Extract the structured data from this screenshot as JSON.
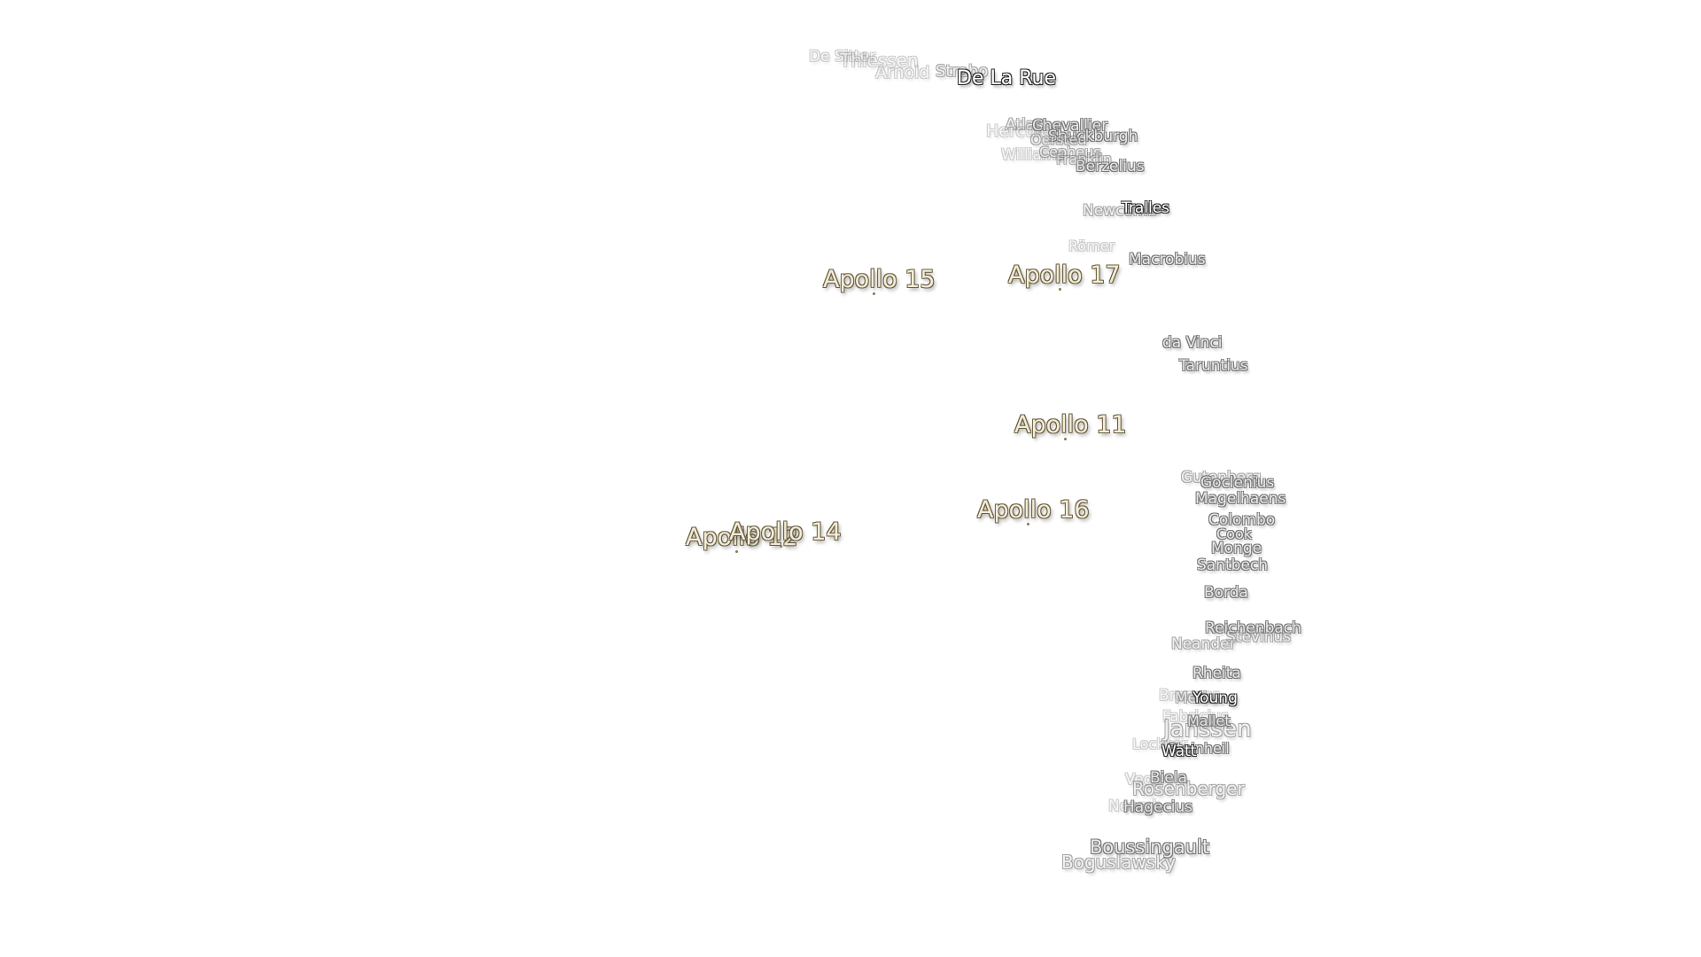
{
  "apollo_sites": [
    {
      "name": "Apollo 15"
    },
    {
      "name": "Apollo 17"
    },
    {
      "name": "Apollo 11"
    },
    {
      "name": "Apollo 16"
    },
    {
      "name": "Apollo 14"
    },
    {
      "name": "Apollo 12"
    }
  ],
  "features": [
    {
      "name": "De Sitter"
    },
    {
      "name": "Arnold"
    },
    {
      "name": "Strabo"
    },
    {
      "name": "Thiessen"
    },
    {
      "name": "De La Rue"
    },
    {
      "name": "Atlas"
    },
    {
      "name": "Hercules"
    },
    {
      "name": "Chevallier"
    },
    {
      "name": "Shuckburgh"
    },
    {
      "name": "Oersted"
    },
    {
      "name": "Williams"
    },
    {
      "name": "Cepheus"
    },
    {
      "name": "Franklin"
    },
    {
      "name": "Berzelius"
    },
    {
      "name": "Newcomb"
    },
    {
      "name": "Tralles"
    },
    {
      "name": "Römer"
    },
    {
      "name": "Macrobius"
    },
    {
      "name": "da Vinci"
    },
    {
      "name": "Taruntius"
    },
    {
      "name": "Gutenberg"
    },
    {
      "name": "Goclenius"
    },
    {
      "name": "Magelhaens"
    },
    {
      "name": "Colombo"
    },
    {
      "name": "Cook"
    },
    {
      "name": "Monge"
    },
    {
      "name": "Santbech"
    },
    {
      "name": "Borda"
    },
    {
      "name": "Reichenbach"
    },
    {
      "name": "Stevinus"
    },
    {
      "name": "Neander"
    },
    {
      "name": "Rheita"
    },
    {
      "name": "Young"
    },
    {
      "name": "Brenner"
    },
    {
      "name": "Metius"
    },
    {
      "name": "Fabricius"
    },
    {
      "name": "Mallet"
    },
    {
      "name": "Janssen"
    },
    {
      "name": "Lockyer"
    },
    {
      "name": "Watt"
    },
    {
      "name": "Steinheil"
    },
    {
      "name": "Biela"
    },
    {
      "name": "Vega"
    },
    {
      "name": "Rosenberger"
    },
    {
      "name": "Nearch"
    },
    {
      "name": "Hagecius"
    },
    {
      "name": "Boussingault"
    },
    {
      "name": "Boguslawsky"
    }
  ]
}
